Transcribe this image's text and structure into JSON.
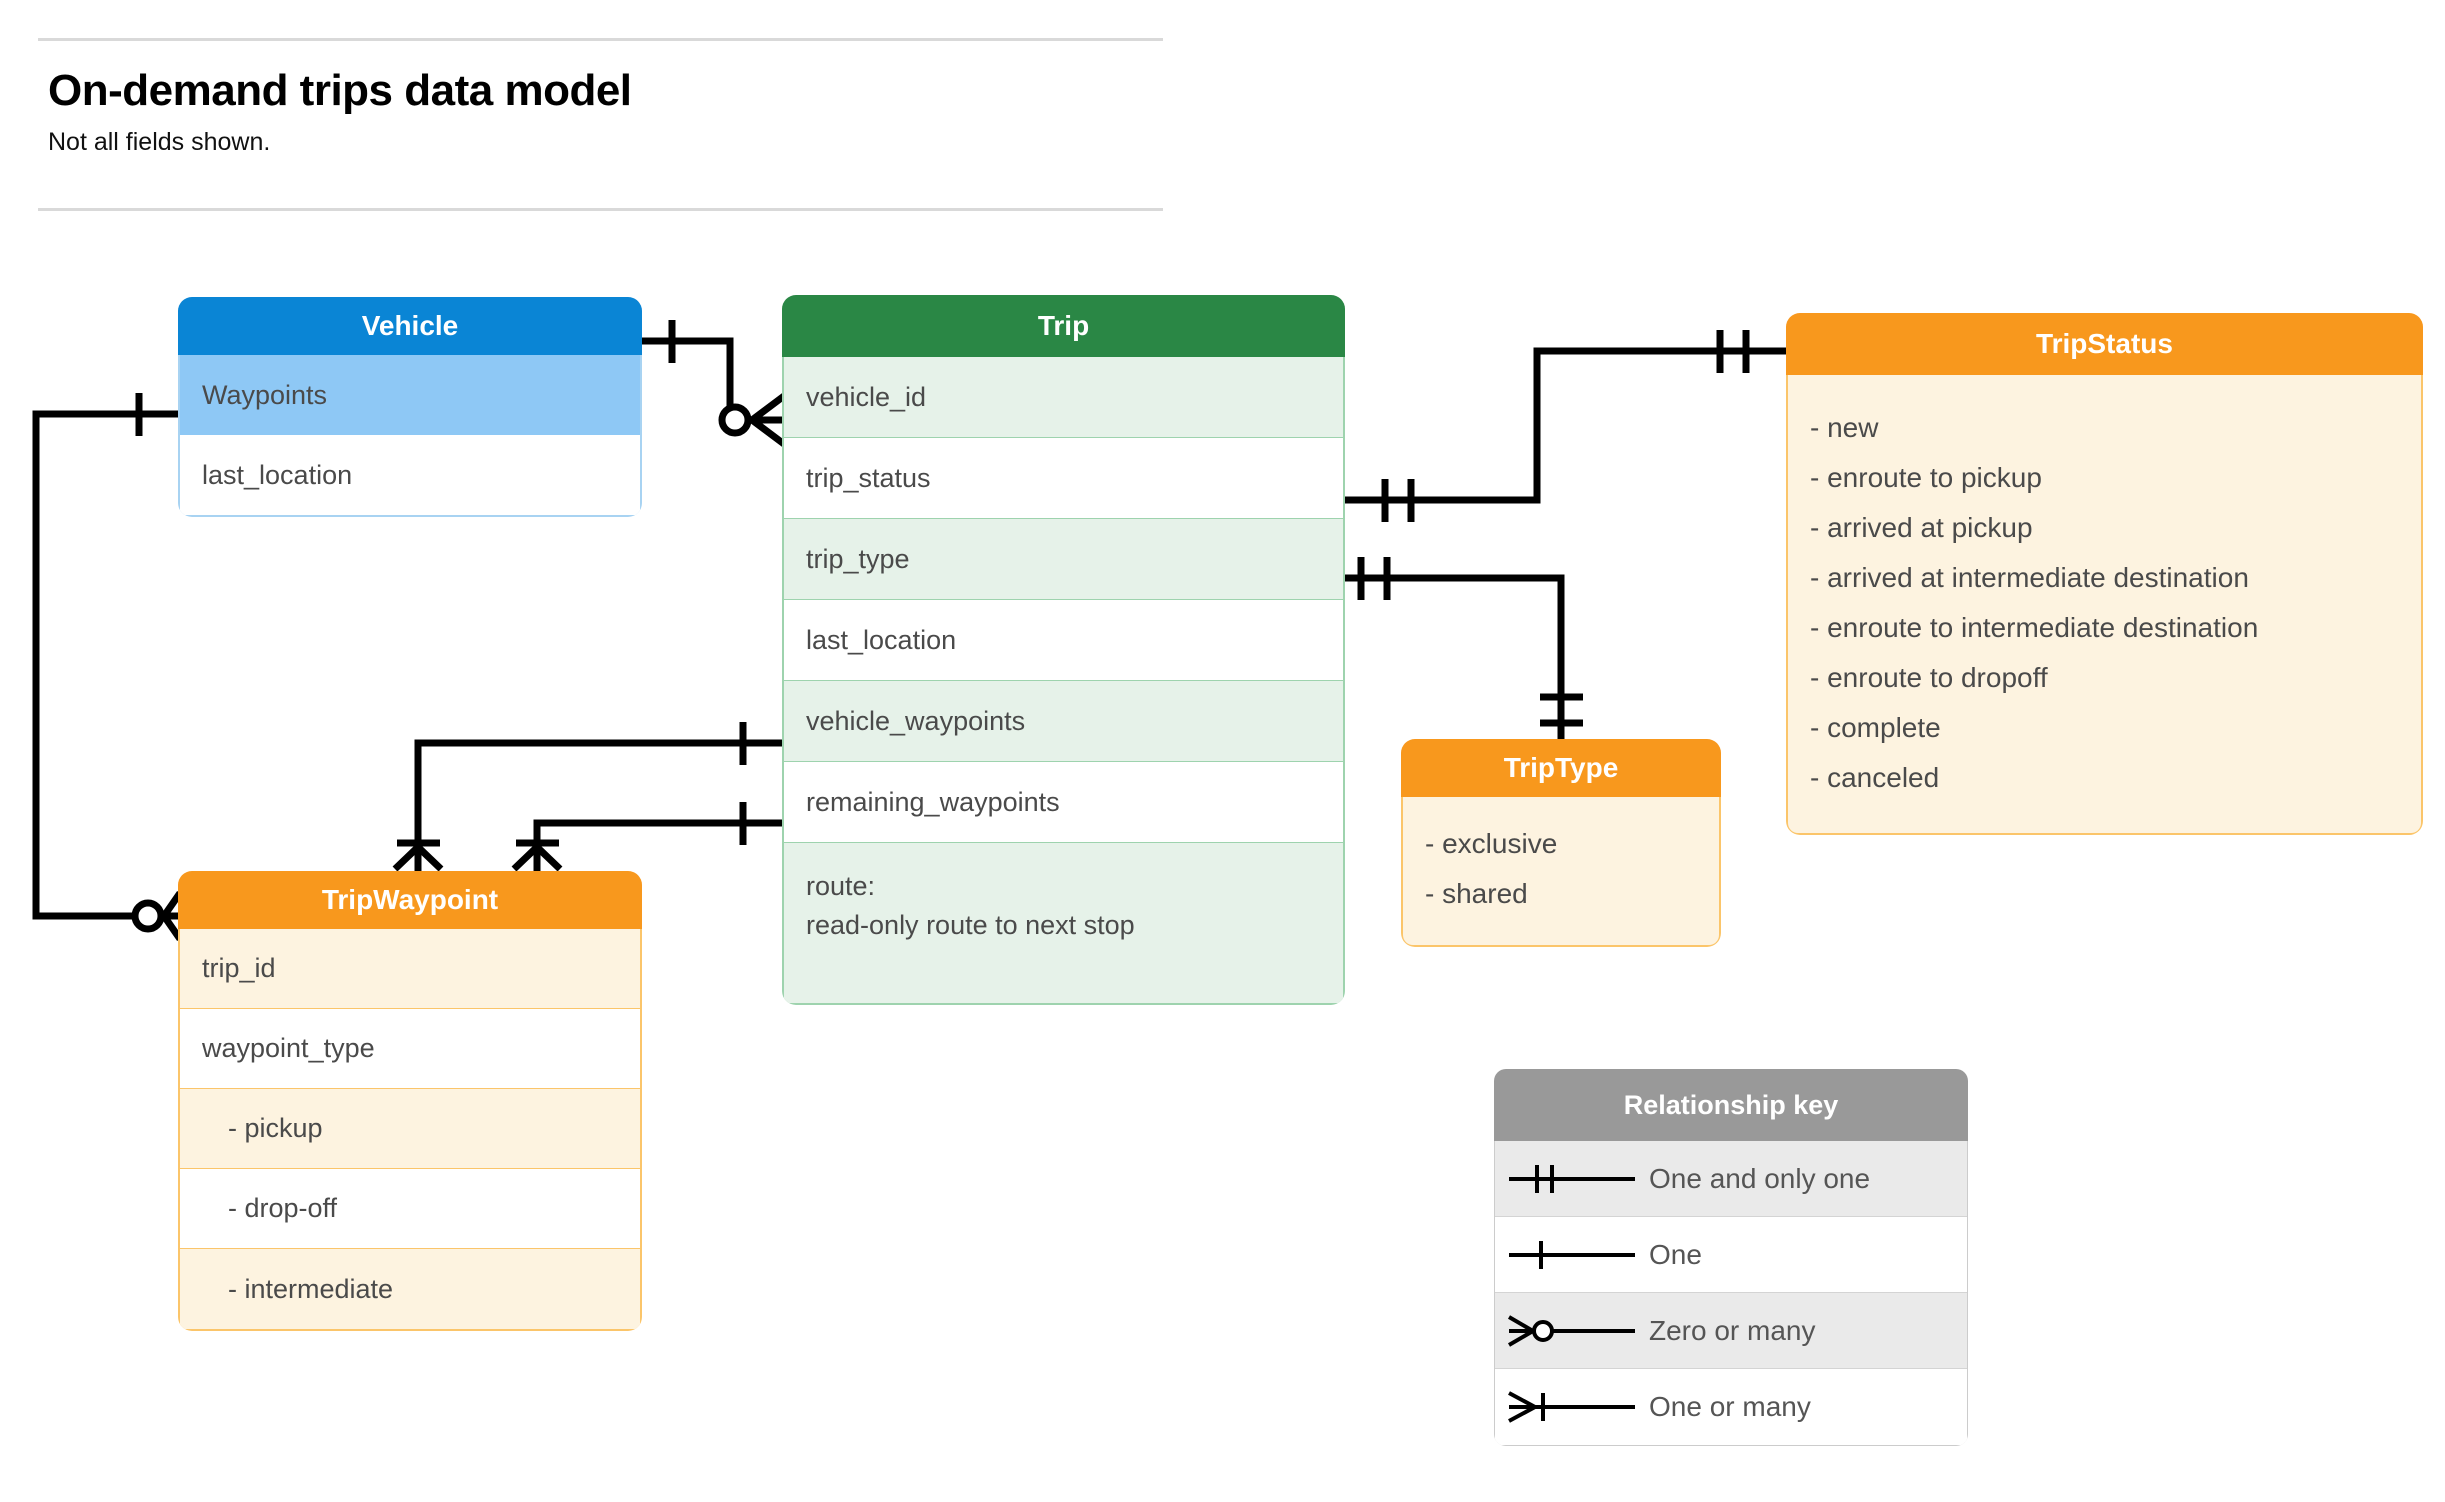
{
  "header": {
    "title": "On-demand trips data model",
    "subtitle": "Not all fields shown."
  },
  "entities": {
    "vehicle": {
      "title": "Vehicle",
      "header_color": "#0a85d5",
      "rows": [
        {
          "label": "Waypoints"
        },
        {
          "label": "last_location"
        }
      ]
    },
    "trip": {
      "title": "Trip",
      "header_color": "#2a8745",
      "rows": [
        {
          "label": "vehicle_id"
        },
        {
          "label": "trip_status"
        },
        {
          "label": "trip_type"
        },
        {
          "label": "last_location"
        },
        {
          "label": "vehicle_waypoints"
        },
        {
          "label": "remaining_waypoints"
        },
        {
          "label": "route:\nread-only route to next stop"
        }
      ]
    },
    "trip_status": {
      "title": "TripStatus",
      "header_color": "#f8981d",
      "values": [
        "- new",
        "- enroute to pickup",
        "- arrived at pickup",
        "- arrived at intermediate destination",
        "- enroute to intermediate destination",
        "- enroute to dropoff",
        "- complete",
        "- canceled"
      ]
    },
    "trip_type": {
      "title": "TripType",
      "header_color": "#f8981d",
      "values": [
        "- exclusive",
        "- shared"
      ]
    },
    "trip_waypoint": {
      "title": "TripWaypoint",
      "header_color": "#f8981d",
      "rows": [
        {
          "label": "trip_id"
        },
        {
          "label": "waypoint_type"
        },
        {
          "label": "-  pickup"
        },
        {
          "label": "-  drop-off"
        },
        {
          "label": "-  intermediate"
        }
      ]
    }
  },
  "legend": {
    "title": "Relationship key",
    "items": [
      {
        "symbol": "one-and-only-one",
        "label": "One and only one"
      },
      {
        "symbol": "one",
        "label": "One"
      },
      {
        "symbol": "zero-or-many",
        "label": "Zero or many"
      },
      {
        "symbol": "one-or-many",
        "label": "One or many"
      }
    ]
  },
  "relationships": [
    {
      "from": "Vehicle",
      "from_cardinality": "one",
      "to": "Trip.vehicle_id",
      "to_cardinality": "zero-or-many"
    },
    {
      "from": "Vehicle.Waypoints",
      "from_cardinality": "one",
      "to": "TripWaypoint",
      "to_cardinality": "zero-or-many"
    },
    {
      "from": "Trip.trip_status",
      "from_cardinality": "one-and-only-one",
      "to": "TripStatus",
      "to_cardinality": "one-and-only-one"
    },
    {
      "from": "Trip.trip_type",
      "from_cardinality": "one-and-only-one",
      "to": "TripType",
      "to_cardinality": "one-and-only-one"
    },
    {
      "from": "Trip.vehicle_waypoints",
      "from_cardinality": "one",
      "to": "TripWaypoint",
      "to_cardinality": "one-or-many"
    },
    {
      "from": "Trip.remaining_waypoints",
      "from_cardinality": "one",
      "to": "TripWaypoint",
      "to_cardinality": "one-or-many"
    }
  ]
}
